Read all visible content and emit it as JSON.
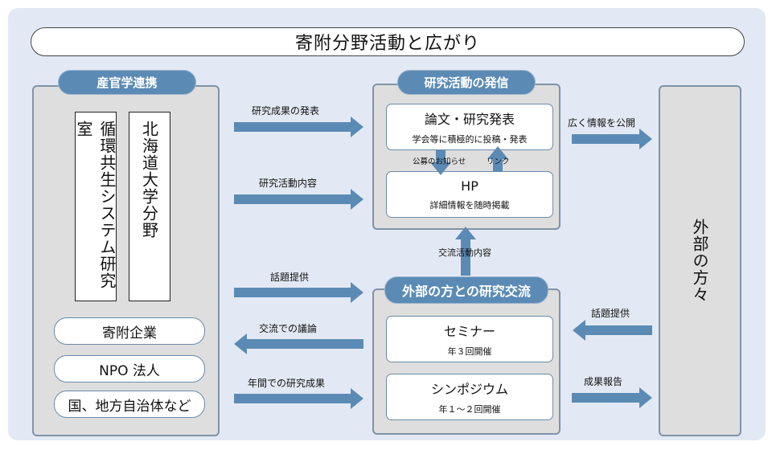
{
  "title": "寄附分野活動と広がり",
  "left": {
    "header": "産官学連携",
    "lab1": "循環共生システム研究室",
    "lab2": "北海道大学分野",
    "items": [
      "寄附企業",
      "NPO 法人",
      "国、地方自治体など"
    ]
  },
  "research": {
    "header": "研究活動の発信",
    "paper_title": "論文・研究発表",
    "paper_sub": "学会等に積極的に投稿・発表",
    "hp_title": "HP",
    "hp_sub": "詳細情報を随時掲載",
    "label_notice": "公募のお知らせ",
    "label_link": "リンク"
  },
  "exchange": {
    "header": "外部の方との研究交流",
    "seminar_title": "セミナー",
    "seminar_sub": "年３回開催",
    "symposium_title": "シンポジウム",
    "symposium_sub": "年１～２回開催"
  },
  "external": {
    "label": "外部の方々"
  },
  "arrows": {
    "research_results": "研究成果の発表",
    "research_content": "研究活動内容",
    "topic_left": "話題提供",
    "discussion": "交流での議論",
    "annual_results": "年間での研究成果",
    "publish": "広く情報を公開",
    "exchange_content": "交流活動内容",
    "topic_right": "話題提供",
    "report": "成果報告"
  }
}
